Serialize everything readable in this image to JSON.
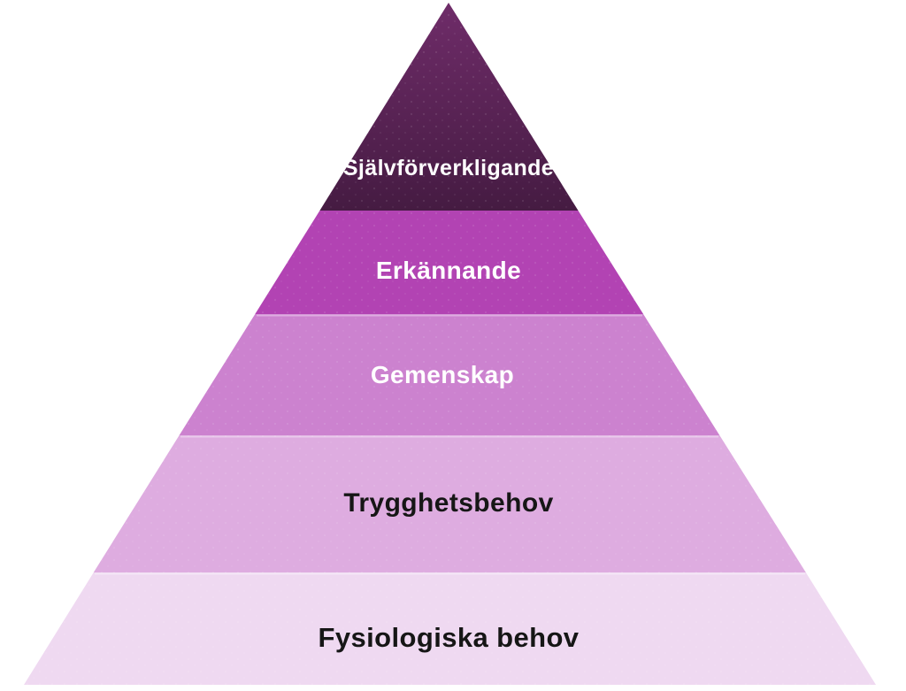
{
  "diagram": {
    "type": "pyramid",
    "background": "#ffffff",
    "levels": [
      {
        "label": "Självförverkligande",
        "color_top": "#6f2c69",
        "color_bottom": "#451b42",
        "text_color": "#ffffff"
      },
      {
        "label": "Erkännande",
        "color": "#b243b3",
        "text_color": "#ffffff"
      },
      {
        "label": "Gemenskap",
        "color": "#cc82cf",
        "text_color": "#ffffff"
      },
      {
        "label": "Trygghetsbehov",
        "color": "#deace0",
        "text_color": "#161616"
      },
      {
        "label": "Fysiologiska behov",
        "color": "#efd9f1",
        "text_color": "#161616"
      }
    ]
  }
}
